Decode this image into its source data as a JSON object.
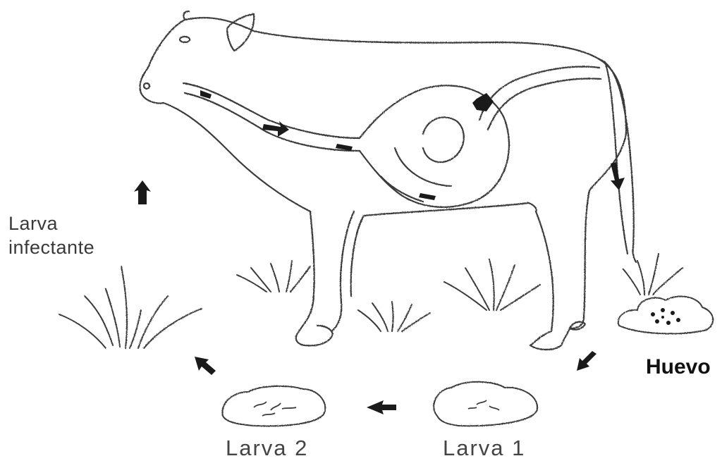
{
  "labels": {
    "larva_infectante_line1": "Larva",
    "larva_infectante_line2": "infectante",
    "huevo": "Huevo",
    "larva_2": "Larva 2",
    "larva_1": "Larva 1"
  },
  "colors": {
    "stroke": "#3a3a3a",
    "arrow": "#1a1a1a",
    "background": "#ffffff"
  },
  "icons": [
    "cow-illustration",
    "grass-tuft",
    "dung-pile",
    "parasite-arrow",
    "cycle-arrow"
  ]
}
